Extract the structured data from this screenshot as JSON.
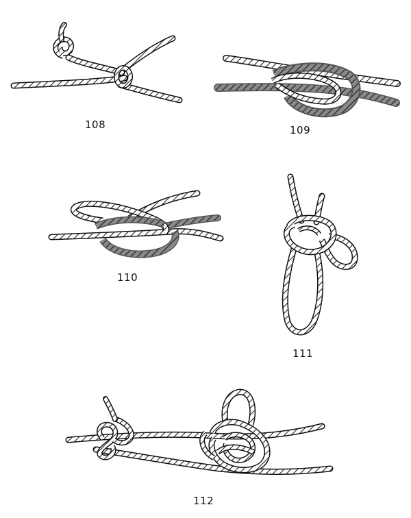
{
  "figures": {
    "fig108": {
      "label": "108"
    },
    "fig109": {
      "label": "109"
    },
    "fig110": {
      "label": "110"
    },
    "fig111": {
      "label": "111"
    },
    "fig112": {
      "label": "112"
    }
  },
  "colors": {
    "background": "#ffffff",
    "rope_outline": "#1a1a1a",
    "rope_fill": "#ffffff",
    "rope_shadow": "#6b6b6b",
    "rope_twist": "#2a2a2a"
  }
}
